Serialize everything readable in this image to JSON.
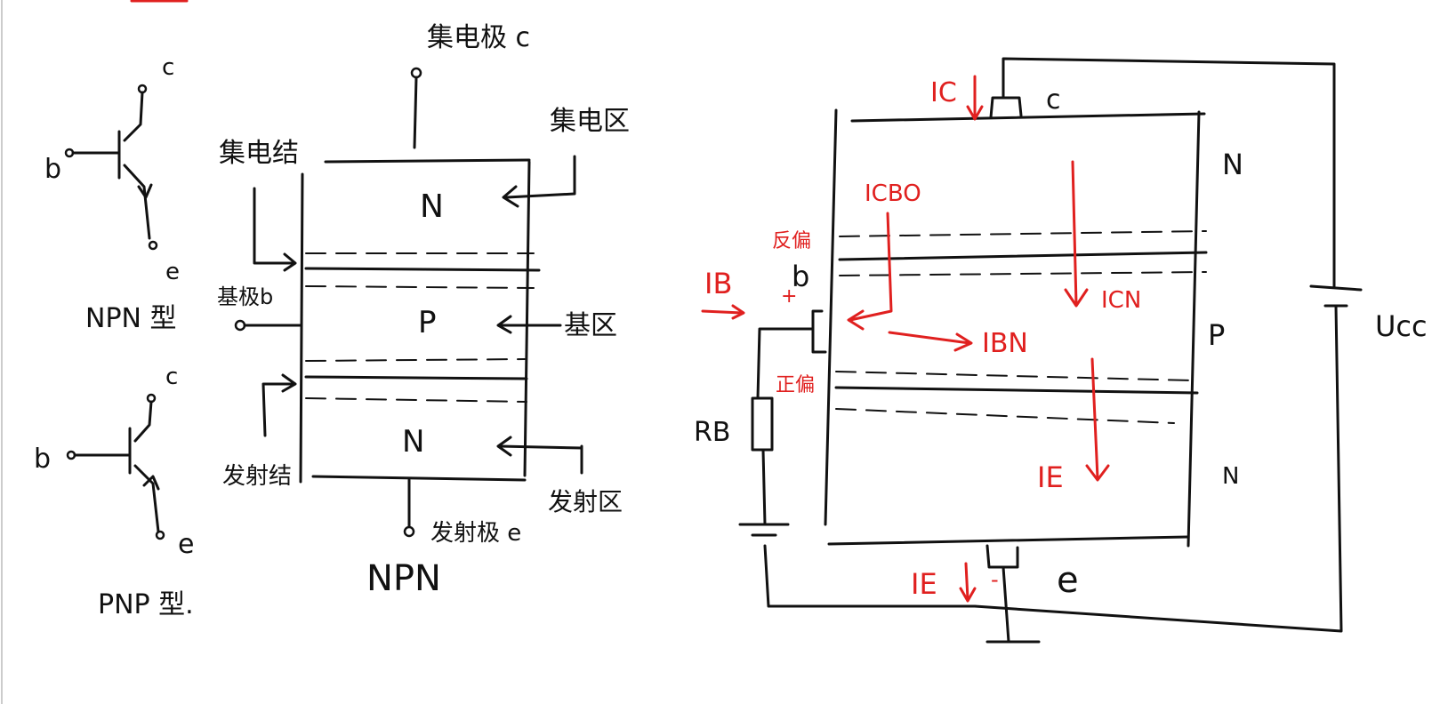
{
  "colors": {
    "ink": "#111111",
    "accent": "#e0201f",
    "background": "#ffffff"
  },
  "npn_symbol": {
    "c": "c",
    "b": "b",
    "e": "e",
    "caption": "NPN 型"
  },
  "pnp_symbol": {
    "c": "c",
    "b": "b",
    "e": "e",
    "caption": "PNP 型."
  },
  "npn_structure": {
    "collector_terminal": "集电极 c",
    "collector_junction": "集电结",
    "collector_region": "集电区",
    "region_top": "N",
    "base_terminal": "基极b",
    "region_mid": "P",
    "base_region": "基区",
    "emitter_junction": "发射结",
    "region_bottom": "N",
    "emitter_region": "发射区",
    "emitter_terminal": "发射极 e",
    "caption": "NPN"
  },
  "circuit": {
    "collector_label": "c",
    "base_label": "b",
    "emitter_label": "e",
    "region_top": "N",
    "region_mid": "P",
    "region_bottom": "N",
    "supply_label": "Ucc",
    "resistor_label": "RB",
    "currents": {
      "ic": "IC",
      "icbo": "ICBO",
      "icn": "ICN",
      "ibn": "IBN",
      "ib": "IB",
      "ie_inner": "IE",
      "ie_outer": "IE"
    },
    "reverse_bias": "反偏",
    "forward_bias": "正偏",
    "plus_sign": "+",
    "minus_sign": "-"
  }
}
